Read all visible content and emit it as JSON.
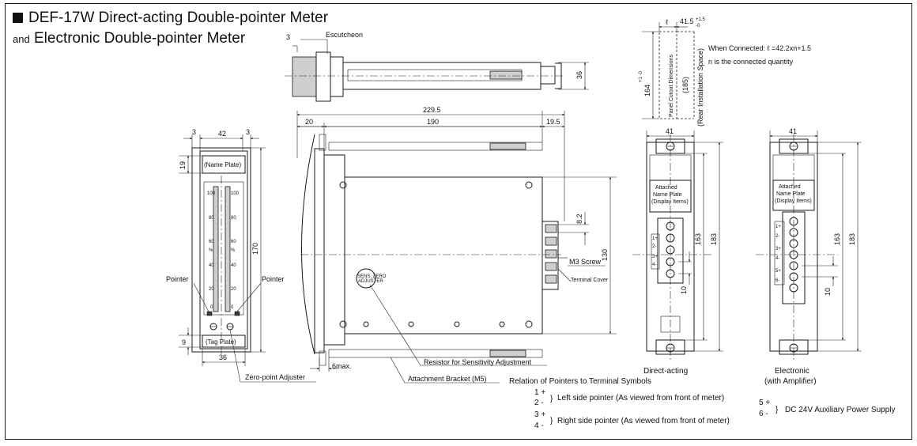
{
  "title": {
    "line1": "DEF-17W Direct-acting Double-pointer Meter",
    "line2_prefix": "and",
    "line2": "Electronic Double-pointer Meter"
  },
  "labels": {
    "escutcheon": "Escutcheon",
    "name_plate": "(Name Plate)",
    "tag_plate": "(Tag Plate)",
    "pointer_left": "Pointer",
    "pointer_right": "Pointer",
    "zero_point_adjuster": "Zero-point Adjuster",
    "resistor": "Resistor for Sensitivity Adjustment",
    "attachment_bracket": "Attachment Bracket (M5)",
    "m3_screw": "M3 Screw",
    "terminal_cover": "Terminal Cover",
    "sens_adjuster_a": "SENS. ZERO",
    "sens_adjuster_b": "ADJUSTER",
    "panel_cutout": "Panel Cutout Dimensions",
    "rear_install": "(Rear Installation Space)",
    "when_connected": "When Connected:  ℓ =42.2xn+1.5",
    "n_connected": "n is the connected quantity",
    "attached_name_plate": [
      "Attached",
      "Name Plate",
      "(Display Items)"
    ],
    "direct_acting": "Direct-acting",
    "electronic": "Electronic",
    "electronic_sub": "(with Amplifier)",
    "scale_left": [
      "100",
      "80",
      "60",
      "%",
      "40",
      "20",
      "0"
    ],
    "scale_right": [
      "100",
      "80",
      "60",
      "%",
      "40",
      "20",
      "0"
    ],
    "ell": "ℓ",
    "terminals_direct": [
      "1+",
      "2-",
      "3+",
      "4-"
    ],
    "terminals_electronic": [
      "1+",
      "2-",
      "3+",
      "4-",
      "5+",
      "6-"
    ]
  },
  "dimensions": {
    "escutcheon_3": "3",
    "side_36": "36",
    "front_3_left": "3",
    "front_42": "42",
    "front_3_right": "3",
    "front_19": "19",
    "front_170": "170",
    "front_9": "9",
    "front_36": "36",
    "total_229_5": "229.5",
    "d_20": "20",
    "d_190": "190",
    "d_19_5": "19.5",
    "d_8_2": "8.2",
    "d_130": "130",
    "d_6max": "6max.",
    "cut_41_5": "41.5",
    "cut_41_5_tol_upper": "+1.5",
    "cut_41_5_tol_lower": "-0",
    "cut_164": "164",
    "cut_164_tol": "+1 -0",
    "cut_185": "(185)",
    "rear_41_direct": "41",
    "rear_163_direct": "163",
    "rear_183_direct": "183",
    "rear_10_direct": "10",
    "rear_41_electronic": "41",
    "rear_163_electronic": "163",
    "rear_183_electronic": "183",
    "rear_10_electronic": "10"
  },
  "relation": {
    "heading": "Relation of Pointers to Terminal Symbols",
    "left_terms": [
      "1 +",
      "2 -"
    ],
    "left_desc": "Left side pointer (As viewed from front of meter)",
    "right_terms": [
      "3 +",
      "4 -"
    ],
    "right_desc": "Right side pointer (As viewed from front of meter)",
    "aux_terms": [
      "5 +",
      "6 -"
    ],
    "aux_desc": "DC 24V Auxiliary Power Supply"
  }
}
